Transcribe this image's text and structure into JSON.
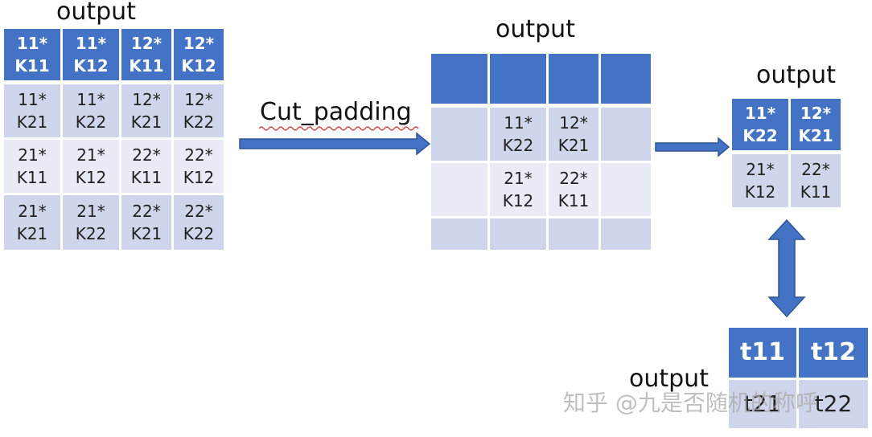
{
  "labels": {
    "output_1": "output",
    "output_2": "output",
    "output_3": "output",
    "output_4": "output",
    "cut_padding": "Cut_padding"
  },
  "table1": {
    "header": [
      [
        "11*",
        "K11"
      ],
      [
        "11*",
        "K12"
      ],
      [
        "12*",
        "K11"
      ],
      [
        "12*",
        "K12"
      ]
    ],
    "rows": [
      [
        [
          "11*",
          "K21"
        ],
        [
          "11*",
          "K22"
        ],
        [
          "12*",
          "K21"
        ],
        [
          "12*",
          "K22"
        ]
      ],
      [
        [
          "21*",
          "K11"
        ],
        [
          "21*",
          "K12"
        ],
        [
          "22*",
          "K11"
        ],
        [
          "22*",
          "K12"
        ]
      ],
      [
        [
          "21*",
          "K21"
        ],
        [
          "21*",
          "K22"
        ],
        [
          "22*",
          "K21"
        ],
        [
          "22*",
          "K22"
        ]
      ]
    ]
  },
  "table2": {
    "rows": [
      [
        [
          "",
          ""
        ],
        [
          "11*",
          "K22"
        ],
        [
          "12*",
          "K21"
        ],
        [
          "",
          ""
        ]
      ],
      [
        [
          "",
          ""
        ],
        [
          "21*",
          "K12"
        ],
        [
          "22*",
          "K11"
        ],
        [
          "",
          ""
        ]
      ]
    ]
  },
  "table3": {
    "header": [
      [
        "11*",
        "K22"
      ],
      [
        "12*",
        "K21"
      ]
    ],
    "row": [
      [
        "21*",
        "K12"
      ],
      [
        "22*",
        "K11"
      ]
    ]
  },
  "table4": {
    "header": [
      "t11",
      "t12"
    ],
    "row": [
      "t21",
      "t22"
    ]
  },
  "watermark": "知乎 @九是否随机的称呼",
  "colors": {
    "header": "#4472c4",
    "row_dark": "#cfd5ea",
    "row_light": "#e9ebf5",
    "arrow": "#4472c4",
    "arrow_stroke": "#2f5597"
  }
}
